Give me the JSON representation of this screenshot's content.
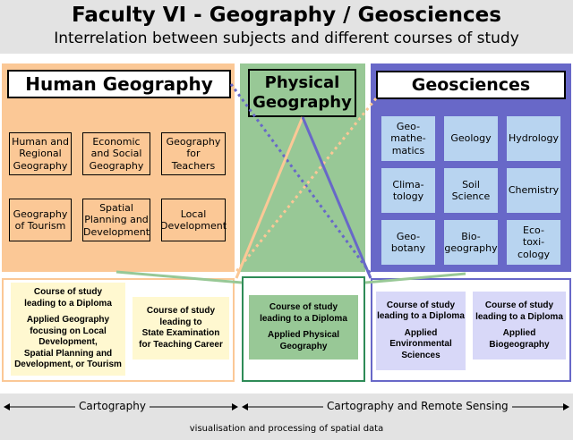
{
  "title": "Faculty VI - Geography / Geosciences",
  "subtitle": "Interrelation between subjects and different courses of study",
  "human": {
    "heading": "Human Geography",
    "subjects": [
      "Human and\nRegional\nGeography",
      "Economic\nand Social\nGeography",
      "Geography\nfor\nTeachers",
      "Geography\nof Tourism",
      "Spatial\nPlanning and\nDevelopment",
      "Local\nDevelopment"
    ]
  },
  "physical": {
    "heading": "Physical\nGeography"
  },
  "geo": {
    "heading": "Geosciences",
    "subjects": [
      "Geo-\nmathe-\nmatics",
      "Geology",
      "Hydrology",
      "Clima-\ntology",
      "Soil\nScience",
      "Chemistry",
      "Geo-\nbotany",
      "Bio-\ngeography",
      "Eco-\ntoxi-\ncology"
    ]
  },
  "courses": {
    "human_diploma": {
      "head": "Course of study\nleading to a Diploma",
      "body": "Applied Geography\nfocusing on Local\nDevelopment,\nSpatial Planning and\nDevelopment, or Tourism"
    },
    "teaching": {
      "head": "Course of study\nleading to\nState Examination\nfor Teaching Career",
      "body": ""
    },
    "physical_diploma": {
      "head": "Course of study\nleading to a Diploma",
      "body": "Applied Physical\nGeography"
    },
    "env_diploma": {
      "head": "Course of study\nleading to a Diploma",
      "body": "Applied\nEnvironmental\nSciences"
    },
    "bio_diploma": {
      "head": "Course of study\nleading to a Diploma",
      "body": "Applied\nBiogeography"
    }
  },
  "bottom": {
    "cartography": "Cartography",
    "remote": "Cartography and Remote Sensing",
    "visualisation": "visualisation and processing of spatial data"
  },
  "colors": {
    "human_panel": "#fbc896",
    "physical_panel": "#98c896",
    "geo_panel": "#6868c8",
    "geo_subject": "#b8d4f0",
    "line_orange": "#fbc896",
    "line_green": "#98c896",
    "line_blue": "#6868c8"
  }
}
